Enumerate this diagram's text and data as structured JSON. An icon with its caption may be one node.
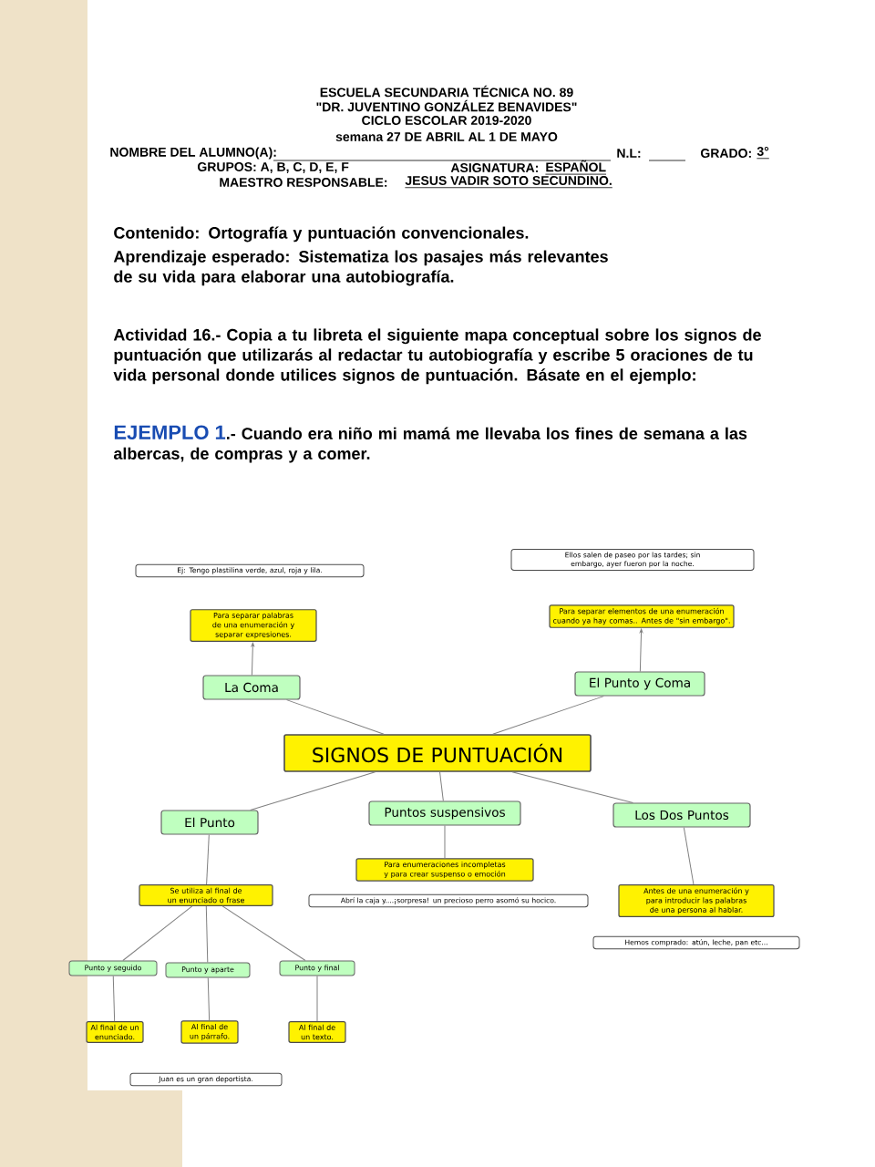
{
  "diagram": {
    "nodes": [
      {
        "text": [
          "SIGNOS DE PUNTUACIÓN"
        ]
      },
      {
        "text": [
          "La Coma"
        ]
      },
      {
        "text": [
          "El Punto y Coma"
        ]
      },
      {
        "text": [
          "Para separar palabras de una enumeración y separar expresiones."
        ]
      },
      {
        "text": [
          "Ej: Tengo plastilina verde, azul, roja y lila."
        ]
      },
      {
        "text": [
          "Para separar elementos de una enumeración cuando ya hay comas.. Antes de \"sin embargo\"."
        ]
      },
      {
        "text": [
          "Ellos salen de paseo por las tardes; sin embargo, ayer fueron por la noche."
        ]
      },
      {
        "text": [
          "El Punto"
        ]
      },
      {
        "text": [
          "Puntos suspensivos"
        ]
      },
      {
        "text": [
          "Los Dos Puntos"
        ]
      },
      {
        "text": [
          "Se utiliza al final de un enunciado o frase"
        ]
      },
      {
        "text": [
          "Para enumeraciones incompletas y para crear suspenso o emoción"
        ]
      },
      {
        "text": [
          "Abrí la caja y....¡sorpresa! un precioso perro asomó su hocico."
        ]
      },
      {
        "text": [
          "Antes de una enumeración y para introducir las palabras de una persona al hablar."
        ]
      },
      {
        "text": [
          "Hemos comprado: atún, leche, pan etc..."
        ]
      },
      {
        "text": [
          "Punto y seguido"
        ]
      },
      {
        "text": [
          "Punto y aparte"
        ]
      },
      {
        "text": [
          "Punto y final"
        ]
      },
      {
        "text": [
          "Al final de un enunciado."
        ]
      },
      {
        "text": [
          "Al final de un párrafo."
        ]
      },
      {
        "text": [
          "Al final de un texto."
        ]
      },
      {
        "text": [
          "Juan es un gran deportista."
        ]
      }
    ],
    "edges": [
      {
        "from": 1,
        "to": 3,
        "arrow": "to"
      },
      {
        "from": 2,
        "to": 5,
        "arrow": "to"
      },
      {
        "from": 0,
        "to": 1,
        "arrow": "none"
      },
      {
        "from": 0,
        "to": 2,
        "arrow": "none"
      },
      {
        "from": 0,
        "to": 7,
        "arrow": "none"
      },
      {
        "from": 0,
        "to": 8,
        "arrow": "none"
      },
      {
        "from": 0,
        "to": 9,
        "arrow": "none"
      },
      {
        "from": 7,
        "to": 10,
        "arrow": "none"
      },
      {
        "from": 8,
        "to": 11,
        "arrow": "none"
      },
      {
        "from": 9,
        "to": 13,
        "arrow": "none"
      },
      {
        "from": 10,
        "to": 15,
        "arrow": "none"
      },
      {
        "from": 10,
        "to": 16,
        "arrow": "none"
      },
      {
        "from": 10,
        "to": 17,
        "arrow": "none"
      },
      {
        "from": 15,
        "to": 18,
        "arrow": "none"
      },
      {
        "from": 16,
        "to": 19,
        "arrow": "none"
      },
      {
        "from": 17,
        "to": 20,
        "arrow": "none"
      }
    ],
    "labels": [
      "ESCUELA SECUNDARIA TÉCNICA NO. 89",
      "\"DR. JUVENTINO GONZÁLEZ BENAVIDES\"",
      "CICLO ESCOLAR 2019-2020",
      "semana 27 DE ABRIL AL 1 DE MAYO",
      "NOMBRE DEL ALUMNO(A):",
      "N.L:",
      "GRADO:",
      "3°",
      "GRUPOS: A, B, C, D, E, F",
      "ASIGNATURA:",
      "ESPAÑOL",
      "MAESTRO RESPONSABLE:",
      "JESUS VADIR SOTO SECUNDINO.",
      "Contenido: Ortografía y puntuación convencionales.",
      "Aprendizaje esperado: Sistematiza los pasajes más relevantes de su vida para elaborar una autobiografía.",
      "Actividad 16.- Copia a tu libreta el siguiente mapa conceptual sobre los signos de puntuación que utilizarás al redactar tu autobiografía y escribe 5 oraciones de tu vida personal donde utilices signos de puntuación. Básate en el ejemplo:",
      "EJEMPLO 1",
      ".- Cuando era niño mi mamá me llevaba los fines de semana a las albercas, de compras y a comer."
    ]
  }
}
